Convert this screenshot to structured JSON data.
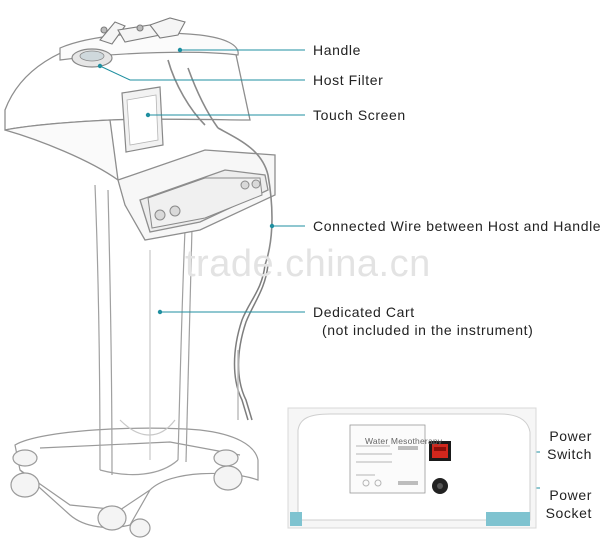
{
  "labels": {
    "handle": "Handle",
    "host_filter": "Host Filter",
    "touch_screen": "Touch Screen",
    "connected_wire": "Connected Wire between Host and Handle",
    "dedicated_cart": "Dedicated Cart",
    "dedicated_cart_note": "(not included in the instrument)",
    "power_switch_line1": "Power",
    "power_switch_line2": "Switch",
    "power_socket_line1": "Power",
    "power_socket_line2": "Socket"
  },
  "panel": {
    "title": "Water Mesotherapy"
  },
  "watermark": "trade.china.cn",
  "colors": {
    "leader_line": "#1f8fa0",
    "leader_dot": "#1f8fa0",
    "outline": "#9a9a9a",
    "switch_red": "#d0271d",
    "panel_teal": "#7fc3d0"
  }
}
